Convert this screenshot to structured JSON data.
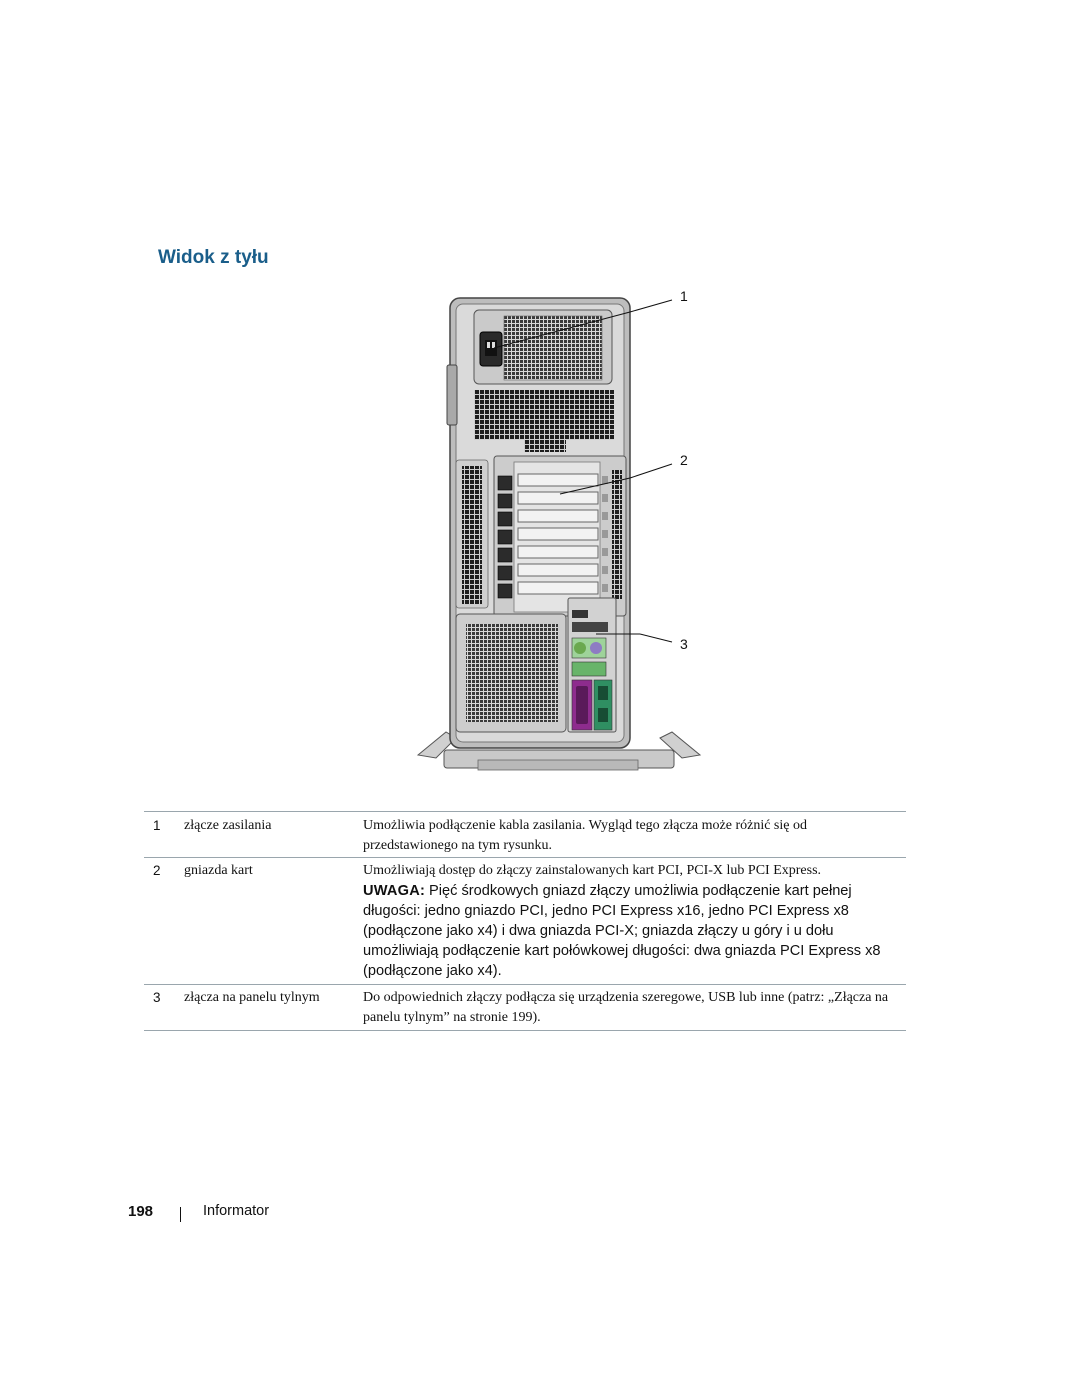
{
  "section": {
    "title": "Widok z tyłu"
  },
  "figure": {
    "callouts": [
      "1",
      "2",
      "3"
    ]
  },
  "table": {
    "rows": [
      {
        "num": "1",
        "name": "złącze zasilania",
        "desc": "Umożliwia podłączenie kabla zasilania. Wygląd tego złącza może różnić się od przedstawionego na tym rysunku."
      },
      {
        "num": "2",
        "name": "gniazda kart",
        "desc": "Umożliwiają dostęp do złączy zainstalowanych kart PCI, PCI-X lub PCI Express.",
        "note_label": "UWAGA:",
        "note_text": " Pięć środkowych gniazd złączy umożliwia podłączenie kart pełnej długości: jedno gniazdo PCI, jedno PCI Express x16, jedno PCI Express x8 (podłączone jako x4) i dwa gniazda PCI-X; gniazda złączy u góry i u dołu umożliwiają podłączenie kart połówkowej długości: dwa gniazda PCI Express x8 (podłączone jako x4)."
      },
      {
        "num": "3",
        "name": "złącza na panelu tylnym",
        "desc": "Do odpowiednich złączy podłącza się urządzenia szeregowe, USB lub inne (patrz: „Złącza na panelu tylnym” na stronie 199)."
      }
    ]
  },
  "footer": {
    "page_number": "198",
    "label": "Informator"
  }
}
